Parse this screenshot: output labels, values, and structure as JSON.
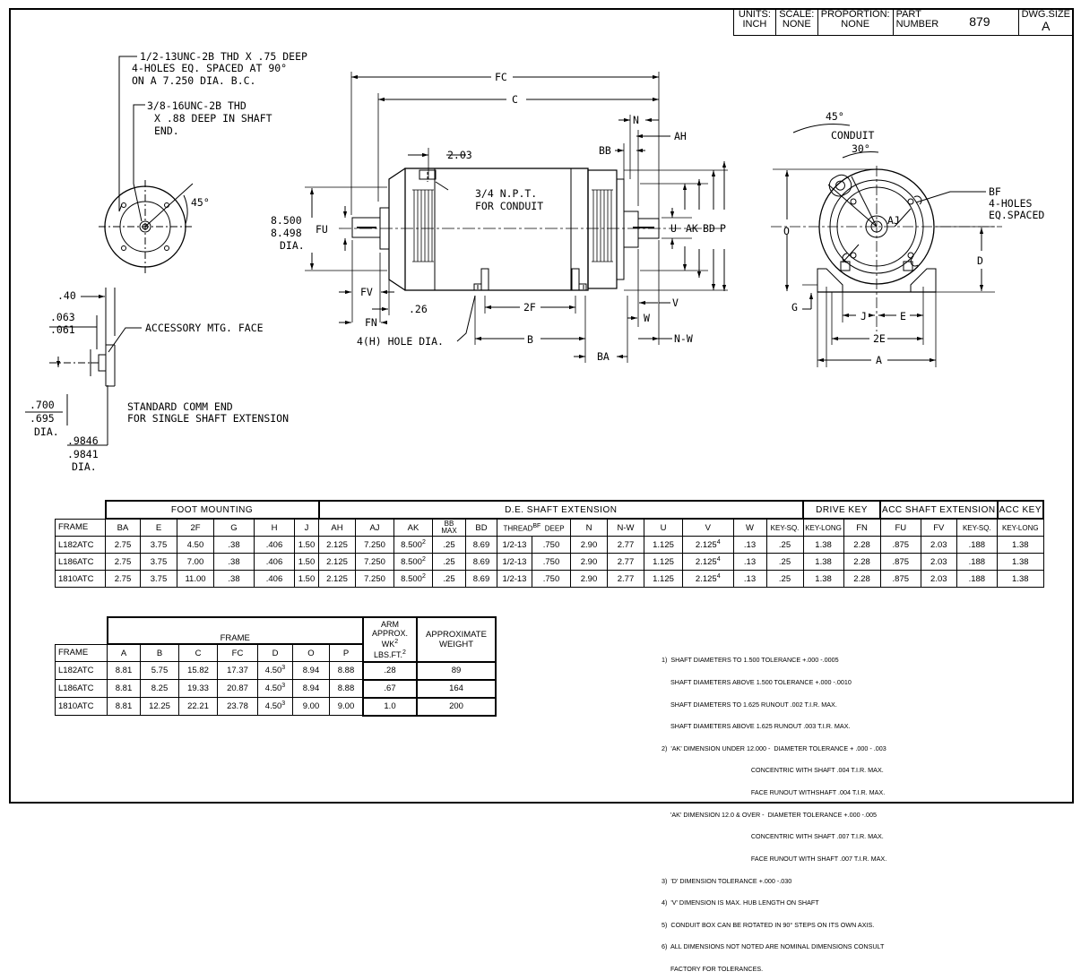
{
  "title_block": {
    "units_label": "UNITS:",
    "units_value": "INCH",
    "scale_label": "SCALE:",
    "scale_value": "NONE",
    "proportion_label": "PROPORTION:",
    "proportion_value": "NONE",
    "part_label_1": "PART",
    "part_label_2": "NUMBER",
    "part_value": "879",
    "dwg_label": "DWG.SIZE",
    "dwg_value": "A"
  },
  "callouts": {
    "tap_hole_1": "1/2-13UNC-2B THD X .75 DEEP",
    "tap_hole_2": "4-HOLES EQ. SPACED AT 90°",
    "tap_hole_3": "ON A 7.250 DIA. B.C.",
    "shaft_thd_1": "3/8-16UNC-2B THD",
    "shaft_thd_2": "X .88 DEEP IN SHAFT",
    "shaft_thd_3": "END.",
    "angle_45_left": "45°",
    "dim_40": ".40",
    "dim_063": ".063",
    "dim_061": ".061",
    "accessory": "ACCESSORY MTG. FACE",
    "dim_700": ".700",
    "dim_695": ".695",
    "dia_1": "DIA.",
    "std_comm_1": "STANDARD COMM END",
    "std_comm_2": "FOR SINGLE SHAFT EXTENSION",
    "dim_9846": ".9846",
    "dim_9841": ".9841",
    "dia_2": "DIA.",
    "fc": "FC",
    "c": "C",
    "n": "N",
    "ah": "AH",
    "bb": "BB",
    "dim_203": "2.03",
    "npt_1": "3/4 N.P.T.",
    "npt_2": "FOR CONDUIT",
    "dim_8500": "8.500",
    "dim_8498": "8.498",
    "dia_3": "DIA.",
    "fu": "FU",
    "u": "U",
    "ak": "AK",
    "bd": "BD",
    "p": "P",
    "fv": "FV",
    "fn": "FN",
    "dim_26": ".26",
    "twof": "2F",
    "v": "V",
    "w": "W",
    "hole_dia": "4(H) HOLE DIA.",
    "b": "B",
    "nw": "N-W",
    "ba": "BA",
    "angle_45_right": "45°",
    "conduit": "CONDUIT",
    "angle_30": "30°",
    "bf_1": "BF",
    "bf_2": "4-HOLES",
    "bf_3": "EQ.SPACED",
    "aj": "AJ",
    "o": "O",
    "d": "D",
    "g": "G",
    "j": "J",
    "e": "E",
    "twoe": "2E",
    "a": "A"
  },
  "table1": {
    "groups": [
      "FOOT MOUNTING",
      "D.E. SHAFT EXTENSION",
      "DRIVE KEY",
      "ACC SHAFT EXTENSION",
      "ACC KEY"
    ],
    "columns": [
      "FRAME",
      "BA",
      "E",
      "2F",
      "G",
      "H",
      "J",
      "AH",
      "AJ",
      "AK",
      "BB",
      "MAX",
      "BD",
      "THREAD",
      "BF",
      "DEEP",
      "N",
      "N-W",
      "U",
      "V",
      "W",
      "KEY-SQ.",
      "KEY-LONG",
      "FN",
      "FU",
      "FV",
      "KEY-SQ.",
      "KEY-LONG"
    ],
    "rows": [
      [
        "L182ATC",
        "2.75",
        "3.75",
        "4.50",
        ".38",
        ".406",
        "1.50",
        "2.125",
        "7.250",
        "8.500",
        "2",
        ".25",
        "8.69",
        "1/2-13",
        ".750",
        "2.90",
        "2.77",
        "1.125",
        "2.125",
        "4",
        ".13",
        ".25",
        "1.38",
        "2.28",
        ".875",
        "2.03",
        ".188",
        "1.38"
      ],
      [
        "L186ATC",
        "2.75",
        "3.75",
        "7.00",
        ".38",
        ".406",
        "1.50",
        "2.125",
        "7.250",
        "8.500",
        "2",
        ".25",
        "8.69",
        "1/2-13",
        ".750",
        "2.90",
        "2.77",
        "1.125",
        "2.125",
        "4",
        ".13",
        ".25",
        "1.38",
        "2.28",
        ".875",
        "2.03",
        ".188",
        "1.38"
      ],
      [
        "1810ATC",
        "2.75",
        "3.75",
        "11.00",
        ".38",
        ".406",
        "1.50",
        "2.125",
        "7.250",
        "8.500",
        "2",
        ".25",
        "8.69",
        "1/2-13",
        ".750",
        "2.90",
        "2.77",
        "1.125",
        "2.125",
        "4",
        ".13",
        ".25",
        "1.38",
        "2.28",
        ".875",
        "2.03",
        ".188",
        "1.38"
      ]
    ]
  },
  "table2": {
    "group_frame": "FRAME",
    "arm_1": "ARM",
    "arm_2": "APPROX.",
    "arm_3": "WK",
    "arm_sup": "2",
    "arm_4": "LBS.FT.",
    "arm_sup2": "2",
    "weight_1": "APPROXIMATE",
    "weight_2": "WEIGHT",
    "columns": [
      "FRAME",
      "A",
      "B",
      "C",
      "FC",
      "D",
      "O",
      "P"
    ],
    "rows": [
      [
        "L182ATC",
        "8.81",
        "5.75",
        "15.82",
        "17.37",
        "4.50",
        "3",
        "8.94",
        "8.88",
        ".28",
        "89"
      ],
      [
        "L186ATC",
        "8.81",
        "8.25",
        "19.33",
        "20.87",
        "4.50",
        "3",
        "8.94",
        "8.88",
        ".67",
        "164"
      ],
      [
        "1810ATC",
        "8.81",
        "12.25",
        "22.21",
        "23.78",
        "4.50",
        "3",
        "9.00",
        "9.00",
        "1.0",
        "200"
      ]
    ]
  },
  "notes": [
    "1)  SHAFT DIAMETERS TO 1.500 TOLERANCE +.000 -.0005",
    "     SHAFT DIAMETERS ABOVE 1.500 TOLERANCE +.000 -.0010",
    "     SHAFT DIAMETERS TO 1.625 RUNOUT .002 T.I.R. MAX.",
    "     SHAFT DIAMETERS ABOVE 1.625 RUNOUT .003 T.I.R. MAX.",
    "2)  'AK' DIMENSION UNDER 12.000 -  DIAMETER TOLERANCE + .000 - .003",
    "                                                  CONCENTRIC WITH SHAFT .004 T.I.R. MAX.",
    "                                                  FACE RUNOUT WITHSHAFT .004 T.I.R. MAX.",
    "     'AK' DIMENSION 12.0 & OVER -  DIAMETER TOLERANCE +.000 -.005",
    "                                                  CONCENTRIC WITH SHAFT .007 T.I.R. MAX.",
    "                                                  FACE RUNOUT WITH SHAFT .007 T.I.R. MAX.",
    "3)  'D' DIMENSION TOLERANCE +.000 -.030",
    "4)  'V' DIMENSION IS MAX. HUB LENGTH ON SHAFT",
    "5)  CONDUIT BOX CAN BE ROTATED IN 90° STEPS ON ITS OWN AXIS.",
    "6)  ALL DIMENSIONS NOT NOTED ARE NOMINAL DIMENSIONS CONSULT",
    "     FACTORY FOR TOLERANCES."
  ]
}
